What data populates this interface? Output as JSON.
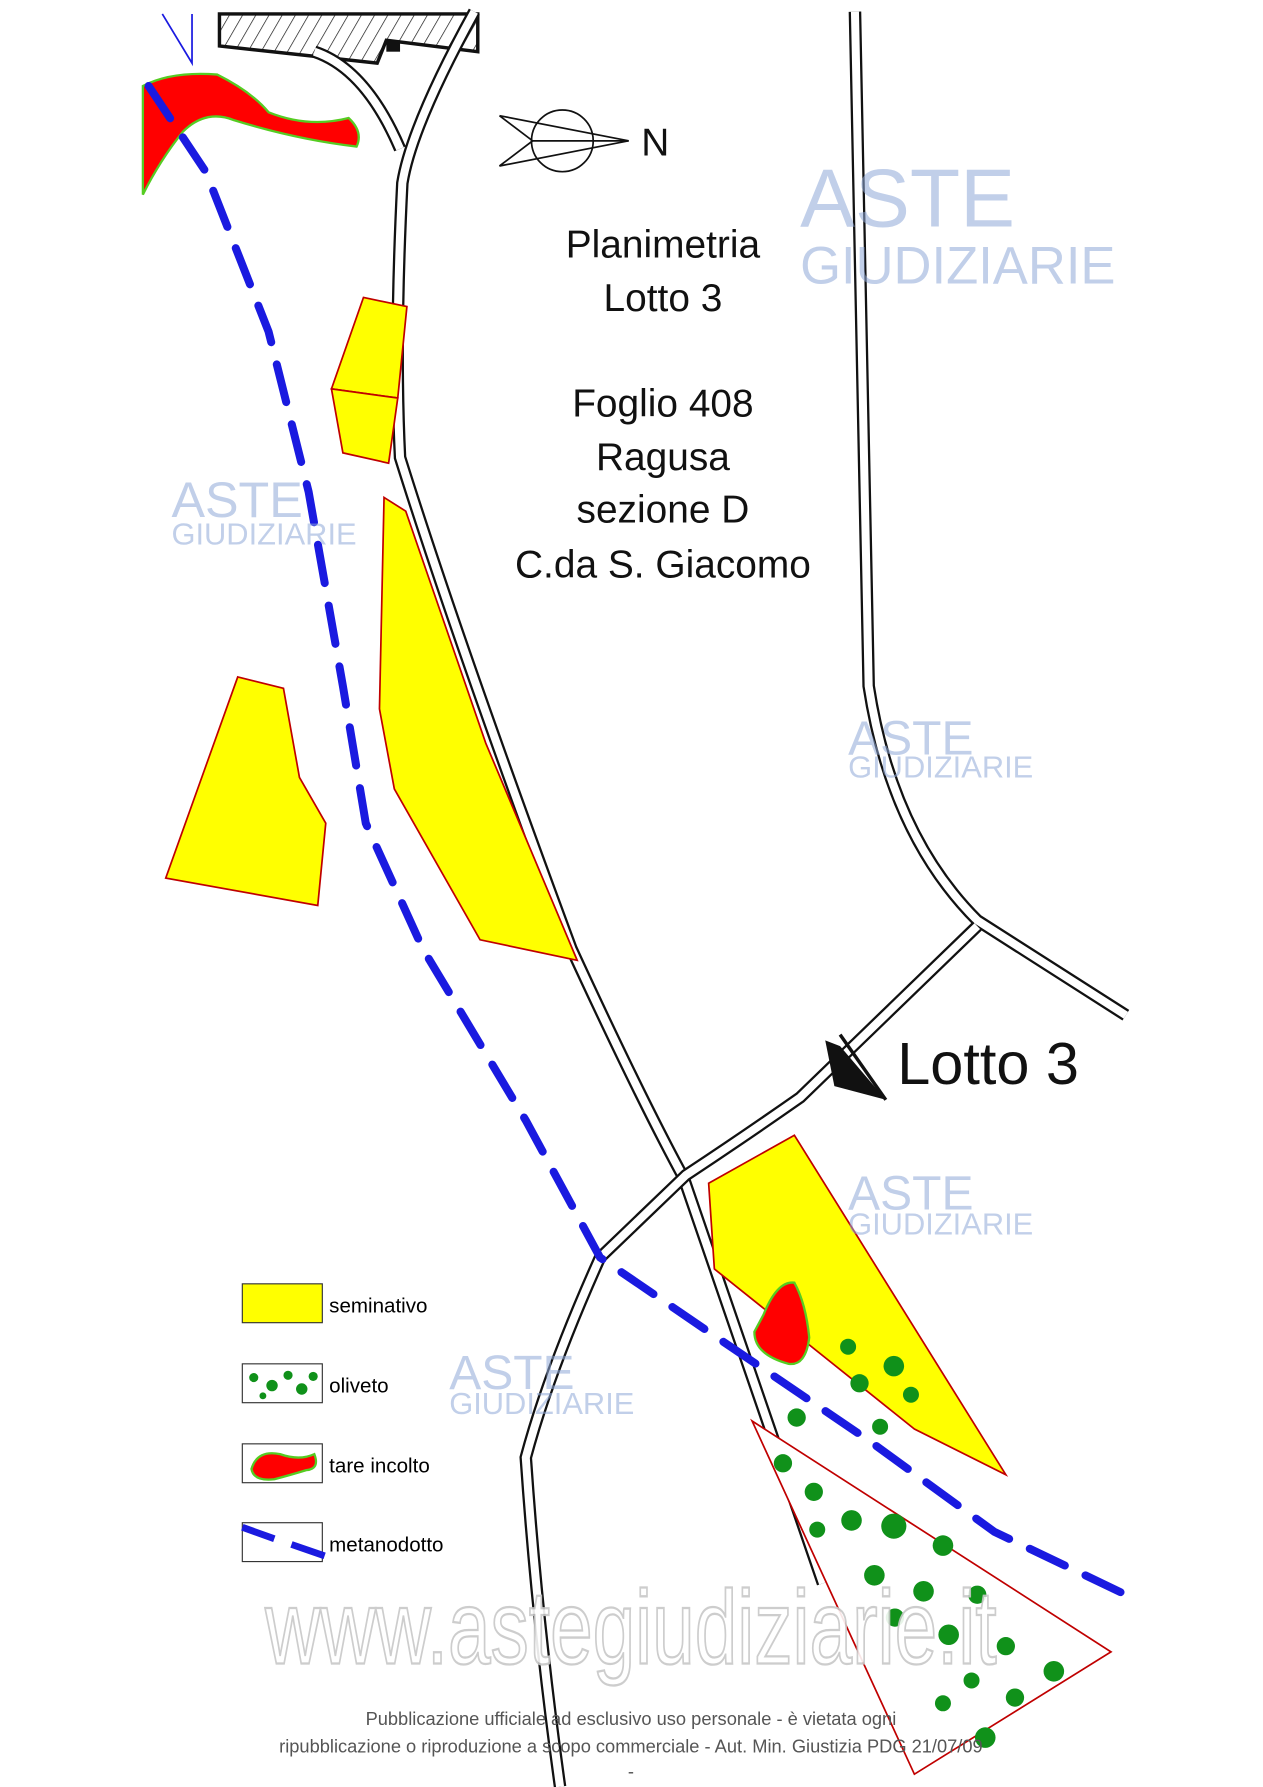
{
  "title": {
    "lines": [
      "Planimetria",
      "Lotto 3",
      "Foglio 408",
      "Ragusa",
      "sezione D",
      "C.da S. Giacomo"
    ]
  },
  "compass": {
    "label": "N"
  },
  "lot_label": "Lotto 3",
  "legend": [
    {
      "label": "seminativo",
      "color": "#ffff00"
    },
    {
      "label": "oliveto",
      "color": "#10911a"
    },
    {
      "label": "tare incolto",
      "color": "#ff0000"
    },
    {
      "label": "metanodotto",
      "color": "#1a1ae0"
    }
  ],
  "watermark": {
    "line1": "ASTE",
    "line2": "GIUDIZIARIE",
    "url": "www.astegiudiziarie.it"
  },
  "footer": {
    "line1": "Pubblicazione ufficiale ad esclusivo uso personale - è vietata ogni",
    "line2": "ripubblicazione o riproduzione a scopo commerciale - Aut. Min. Giustizia PDG 21/07/09",
    "line3": "-"
  }
}
